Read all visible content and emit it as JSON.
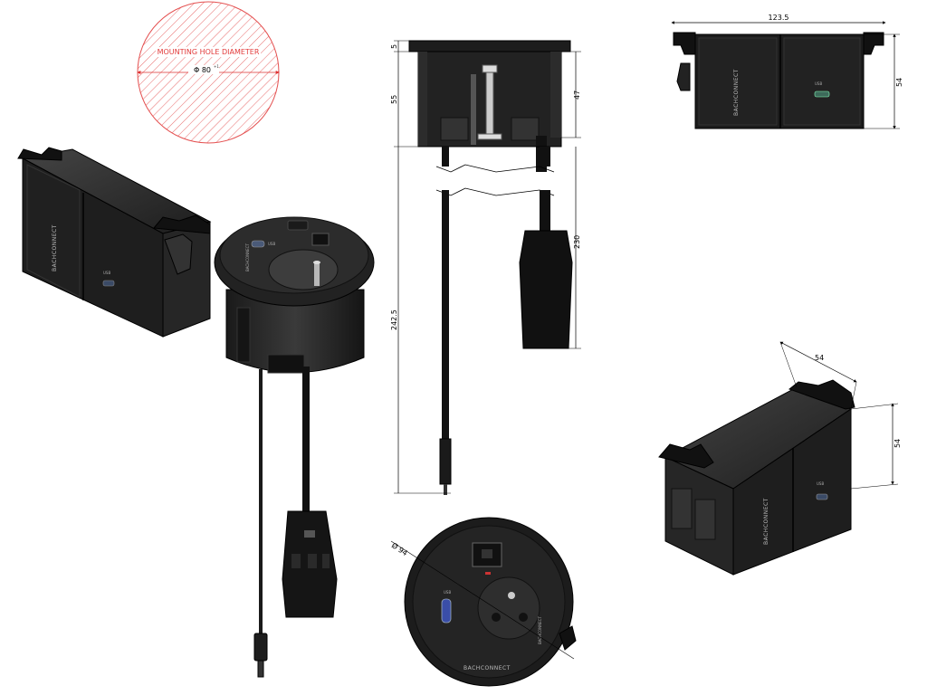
{
  "hole": {
    "label": "MOUNTING HOLE DIAMETER",
    "diameter": "Φ 80",
    "tolerance": "+1"
  },
  "side_view": {
    "dim_top": "5",
    "dim_height": "55",
    "dim_inner": "47",
    "dim_cable_total": "242.5",
    "dim_cable_power": "230"
  },
  "top_view": {
    "dim_width": "123.5",
    "dim_height": "54"
  },
  "iso_view": {
    "dim_depth": "54",
    "dim_height": "54"
  },
  "front_view": {
    "dim_diameter": "Ø 94"
  },
  "brand": {
    "name": "BACHCONNECT",
    "usb_label": "USB"
  }
}
